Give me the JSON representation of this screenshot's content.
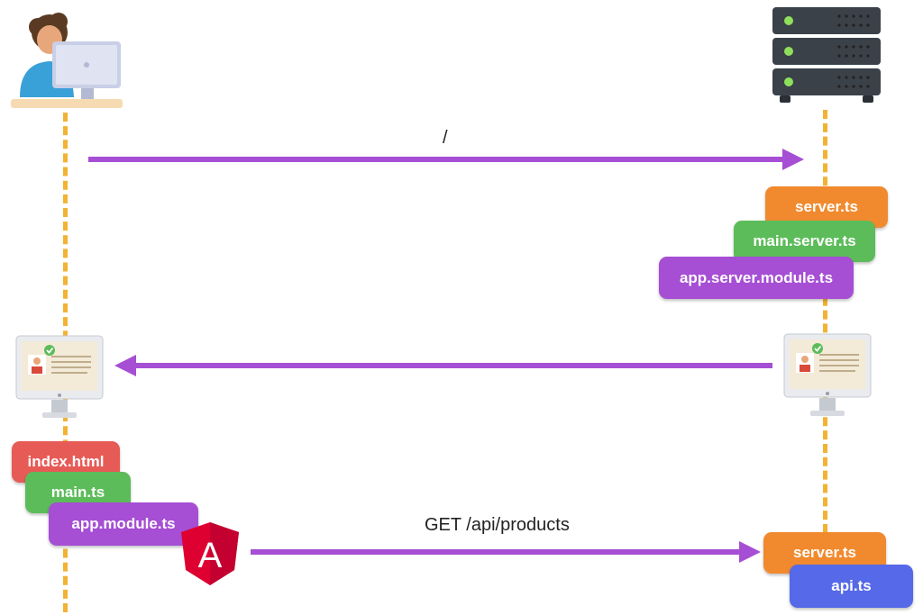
{
  "colors": {
    "lifeline": "#f2b233",
    "arrow": "#a64ed4",
    "orange": "#f18a2e",
    "green": "#5cbc5a",
    "purple": "#a64ed4",
    "red": "#e75b57",
    "blue": "#5669e8",
    "angular_red": "#dd0031"
  },
  "messages": {
    "request_root": "/",
    "request_api": "GET /api/products"
  },
  "server_files_initial": [
    "server.ts",
    "main.server.ts",
    "app.server.module.ts"
  ],
  "client_files": [
    "index.html",
    "main.ts",
    "app.module.ts"
  ],
  "server_files_api": [
    "server.ts",
    "api.ts"
  ],
  "angular_logo_letter": "A"
}
